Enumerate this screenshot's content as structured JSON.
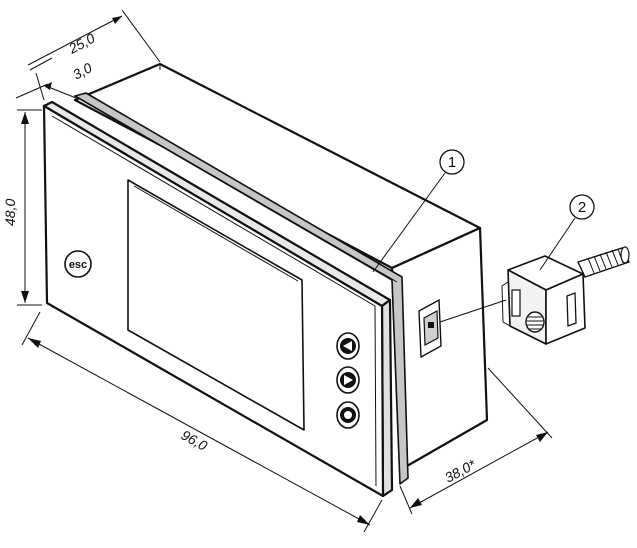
{
  "dimensions": {
    "depth_total": "25,0",
    "front_thickness": "3,0",
    "height": "48,0",
    "width": "96,0",
    "cutout_depth": "38,0*"
  },
  "front_panel": {
    "esc_button_label": "esc"
  },
  "callouts": {
    "gasket_number": "1",
    "clamp_number": "2"
  },
  "colors": {
    "line": "#111111",
    "gasket": "#c6c6c6",
    "face": "#ffffff"
  }
}
